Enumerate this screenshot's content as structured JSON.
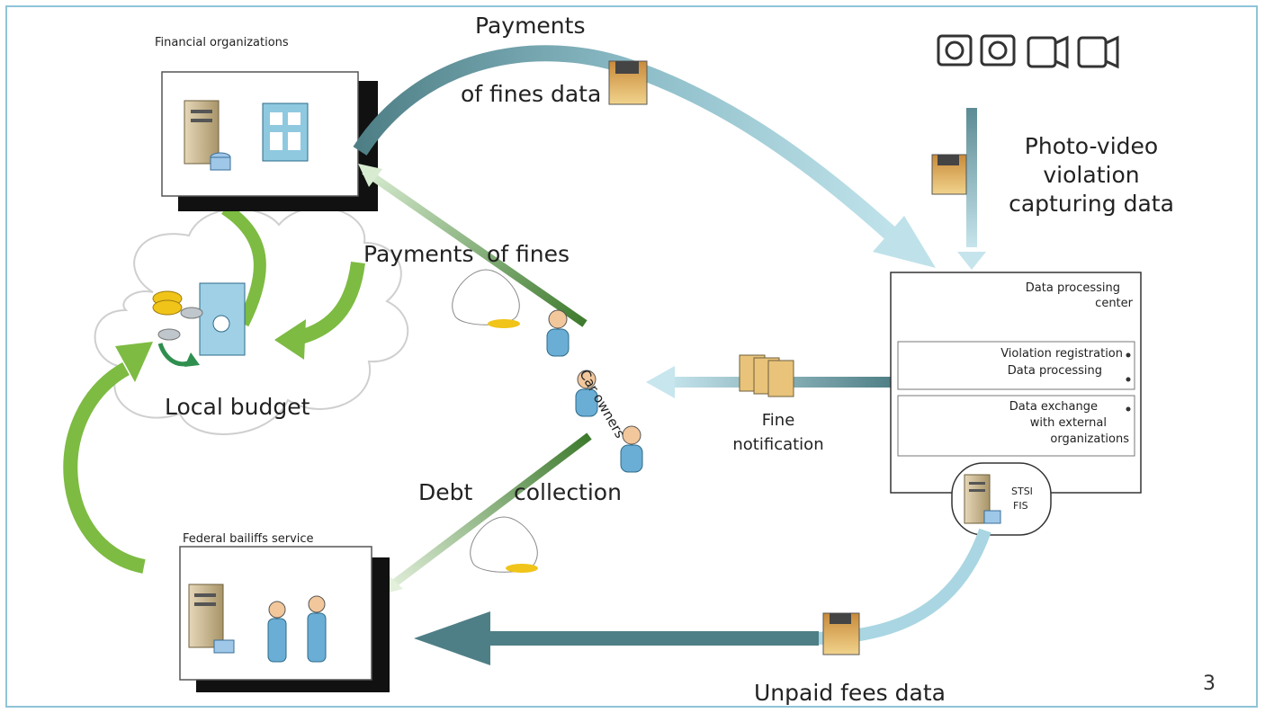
{
  "labels": {
    "financial_orgs": "Financial organizations",
    "payments_title_1": "Payments",
    "payments_title_2": "of fines data",
    "photo_video_1": "Photo-video",
    "photo_video_2": "violation",
    "photo_video_3": "capturing data",
    "payments_of_fines_1": "Payments",
    "payments_of_fines_2": "of fines",
    "local_budget": "Local budget",
    "car_owners": "Car owners",
    "fine_notification_1": "Fine",
    "fine_notification_2": "notification",
    "debt": "Debt",
    "collection": "collection",
    "federal_bailiffs": "Federal bailiffs service",
    "unpaid_fees": "Unpaid fees data",
    "page_number": "3"
  },
  "data_center": {
    "title_1": "Data processing",
    "title_2": "center",
    "item_1": "Violation registration",
    "item_2": "Data processing",
    "item_3_1": "Data exchange",
    "item_3_2": "with external",
    "item_3_3": "organizations",
    "system_1": "STSI",
    "system_2": "FIS"
  },
  "colors": {
    "frame": "#8fc4d9",
    "arrow_blue": "#a9d6e2",
    "arrow_dark": "#4f7f86",
    "arrow_green": "#7dbb42",
    "arrow_dark_green": "#3d7a2d"
  }
}
